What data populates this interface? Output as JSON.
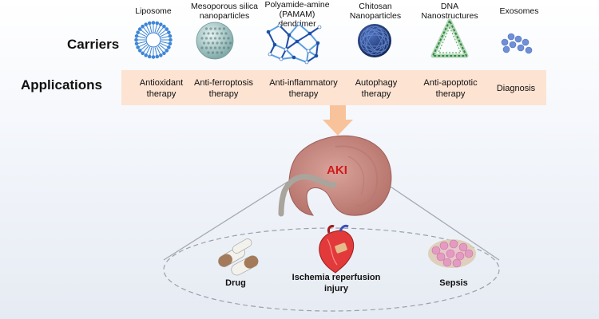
{
  "carriers": {
    "row_label": "Carriers",
    "items": [
      {
        "label": "Liposome",
        "icon": "liposome-icon"
      },
      {
        "label": "Mesoporous silica nanoparticles",
        "icon": "mesoporous-silica-icon"
      },
      {
        "label": "Polyamide-amine (PAMAM) dendrimer",
        "icon": "pamam-dendrimer-icon"
      },
      {
        "label": "Chitosan Nanoparticles",
        "icon": "chitosan-nanoparticle-icon"
      },
      {
        "label": "DNA Nanostructures",
        "icon": "dna-nanostructure-icon"
      },
      {
        "label": "Exosomes",
        "icon": "exosome-icon"
      }
    ]
  },
  "applications": {
    "row_label": "Applications",
    "items": [
      {
        "line1": "Antioxidant",
        "line2": "therapy"
      },
      {
        "line1": "Anti-ferroptosis",
        "line2": "therapy"
      },
      {
        "line1": "Anti-inflammatory",
        "line2": "therapy"
      },
      {
        "line1": "Autophagy",
        "line2": "therapy"
      },
      {
        "line1": "Anti-apoptotic",
        "line2": "therapy"
      },
      {
        "line1": "Diagnosis",
        "line2": ""
      }
    ]
  },
  "center": {
    "label": "AKI",
    "icon": "kidney-icon"
  },
  "causes": {
    "items": [
      {
        "label": "Drug",
        "icon": "pill-capsule-icon"
      },
      {
        "label": "Ischemia reperfusion injury",
        "icon": "heart-icon"
      },
      {
        "label": "Sepsis",
        "icon": "cell-cluster-icon"
      }
    ]
  },
  "colors": {
    "band": "#fde3d2",
    "arrow": "#f8c39b",
    "kidney": "#c98a84",
    "aki_text": "#d11a1a",
    "liposome": "#3f86d6",
    "silica": "#9fc6c6",
    "chitosan": "#1e3a78",
    "dna": "#2f8a3a",
    "exosome": "#6f8fd6"
  }
}
